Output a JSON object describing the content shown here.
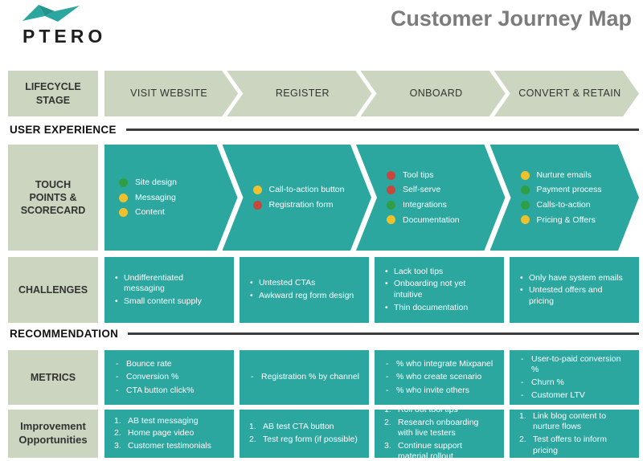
{
  "header": {
    "logo_text": "PTERO",
    "title": "Customer Journey Map"
  },
  "sections": {
    "user_experience": "USER EXPERIENCE",
    "recommendation": "RECOMMENDATION"
  },
  "lifecycle": {
    "label": "LIFECYCLE STAGE",
    "stages": [
      "VISIT WEBSITE",
      "REGISTER",
      "ONBOARD",
      "CONVERT & RETAIN"
    ]
  },
  "touch": {
    "label": "TOUCH POINTS & SCORECARD",
    "cols": [
      [
        {
          "c": "green",
          "t": "Site design"
        },
        {
          "c": "yellow",
          "t": "Messaging"
        },
        {
          "c": "yellow",
          "t": "Content"
        }
      ],
      [
        {
          "c": "yellow",
          "t": "Call-to-action button"
        },
        {
          "c": "red",
          "t": "Registration form"
        }
      ],
      [
        {
          "c": "red",
          "t": "Tool tips"
        },
        {
          "c": "red",
          "t": "Self-serve"
        },
        {
          "c": "green",
          "t": "Integrations"
        },
        {
          "c": "yellow",
          "t": "Documentation"
        }
      ],
      [
        {
          "c": "yellow",
          "t": "Nurture emails"
        },
        {
          "c": "green",
          "t": "Payment process"
        },
        {
          "c": "green",
          "t": "Calls-to-action"
        },
        {
          "c": "yellow",
          "t": "Pricing & Offers"
        }
      ]
    ]
  },
  "challenges": {
    "label": "CHALLENGES",
    "cols": [
      [
        "Undifferentiated messaging",
        "Small content supply"
      ],
      [
        "Untested CTAs",
        "Awkward reg form design"
      ],
      [
        "Lack tool tips",
        "Onboarding not yet intuitive",
        "Thin documentation"
      ],
      [
        "Only have system emails",
        "Untested offers and pricing"
      ]
    ]
  },
  "metrics": {
    "label": "METRICS",
    "cols": [
      [
        "Bounce rate",
        "Conversion %",
        "CTA button click%"
      ],
      [
        "Registration % by channel"
      ],
      [
        "% who integrate Mixpanel",
        "% who create scenario",
        "% who invite others"
      ],
      [
        "User-to-paid conversion %",
        "Churn %",
        "Customer LTV"
      ]
    ]
  },
  "improvements": {
    "label": "Improvement Opportunities",
    "cols": [
      [
        "AB test messaging",
        "Home page video",
        "Customer testimonials"
      ],
      [
        "AB test CTA button",
        "Test reg form (if possible)"
      ],
      [
        "Roll out tool tips",
        "Research onboarding with live testers",
        "Continue support material rollout"
      ],
      [
        "Link blog content to nurture flows",
        "Test offers to inform pricing"
      ]
    ]
  },
  "colors": {
    "teal": "#2BA7A0",
    "sage": "#CBD5BF",
    "green": "#2F9E44",
    "yellow": "#EEC22F",
    "red": "#C9463F",
    "title_gray": "#7C7C7C"
  }
}
